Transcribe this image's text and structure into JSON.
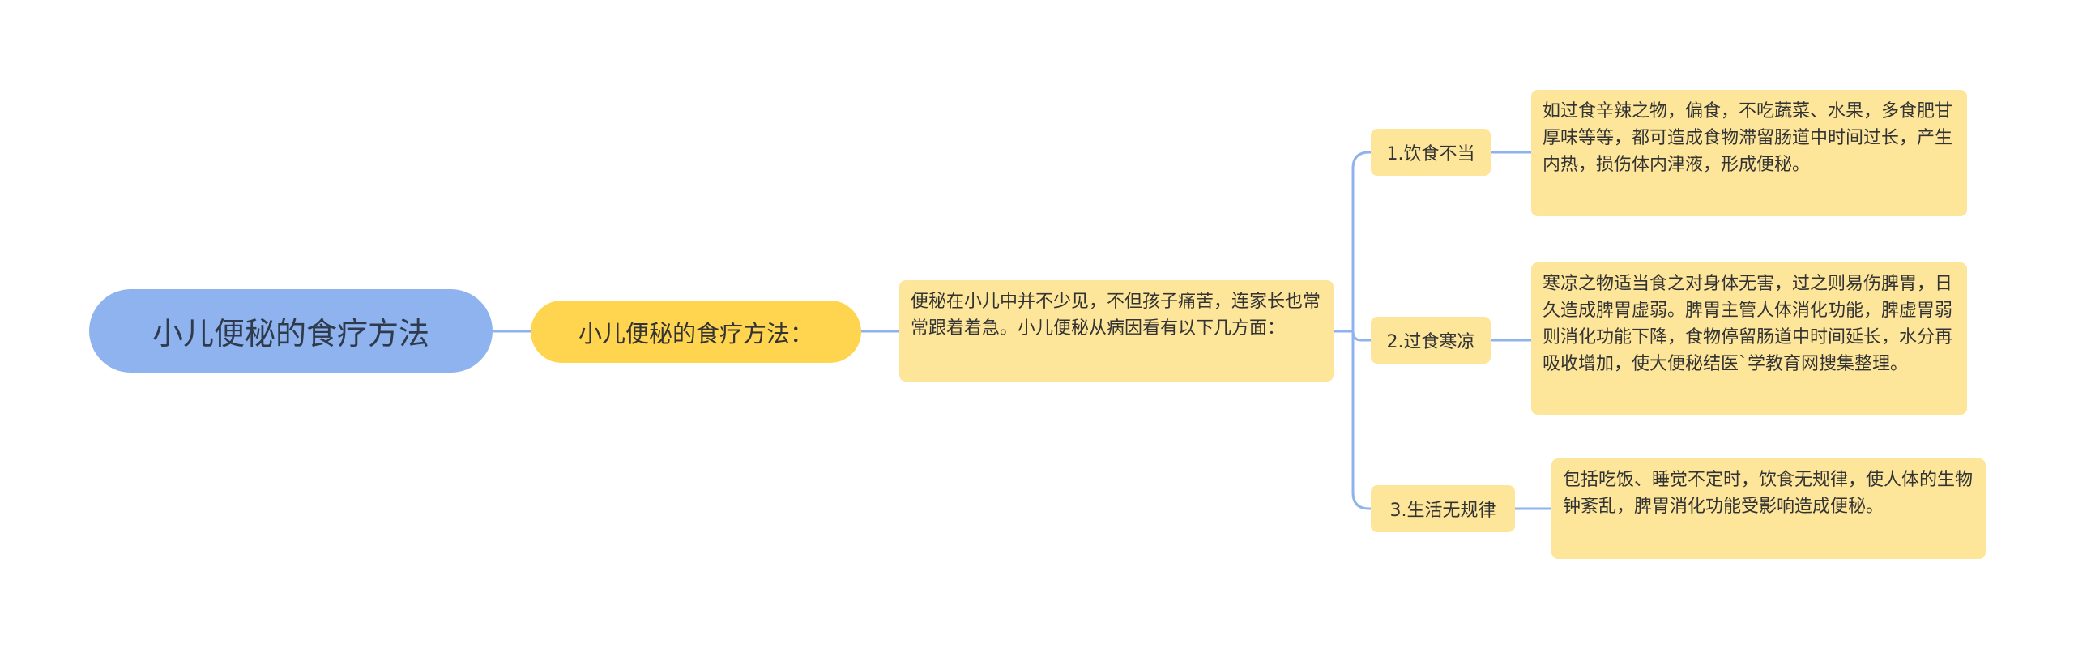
{
  "root": {
    "label": "小儿便秘的食疗方法"
  },
  "topic": {
    "label": "小儿便秘的食疗方法："
  },
  "intro": {
    "text": "便秘在小儿中并不少见，不但孩子痛苦，连家长也常常跟着着急。小儿便秘从病因看有以下几方面："
  },
  "branches": [
    {
      "label": "1.饮食不当",
      "detail": "如过食辛辣之物，偏食，不吃蔬菜、水果，多食肥甘厚味等等，都可造成食物滞留肠道中时间过长，产生内热，损伤体内津液，形成便秘。"
    },
    {
      "label": "2.过食寒凉",
      "detail": "寒凉之物适当食之对身体无害，过之则易伤脾胃，日久造成脾胃虚弱。脾胃主管人体消化功能，脾虚胃弱则消化功能下降，食物停留肠道中时间延长，水分再吸收增加，使大便秘结医`学教育网搜集整理。"
    },
    {
      "label": "3.生活无规律",
      "detail": "包括吃饭、睡觉不定时，饮食无规律，使人体的生物钟紊乱，脾胃消化功能受影响造成便秘。"
    }
  ],
  "colors": {
    "root_fill": "#8fb3ee",
    "topic_fill": "#ffd54f",
    "box_fill": "#fde69a",
    "connector": "#8fb3ee"
  }
}
